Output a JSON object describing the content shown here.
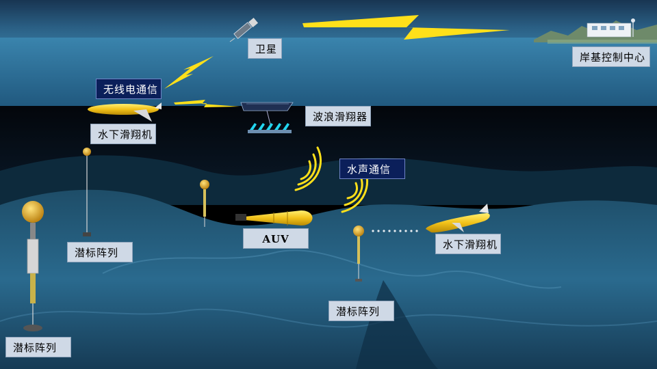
{
  "labels": {
    "satellite": "卫星",
    "shore_control_center": "岸基控制中心",
    "radio_communication": "无线电通信",
    "underwater_glider_surface": "水下滑翔机",
    "wave_glider": "波浪滑翔器",
    "acoustic_communication": "水声通信",
    "mooring_array_left": "潜标阵列",
    "auv": "AUV",
    "underwater_glider_deep": "水下滑翔机",
    "mooring_array_center": "潜标阵列",
    "mooring_array_bottom_left": "潜标阵列"
  },
  "colors": {
    "sky_top": "#1a3a5c",
    "sea_surface": "#2f6f96",
    "deep_water": "#050a12",
    "seafloor": "#1f5878",
    "lightning": "#ffe01a",
    "vehicle_yellow": "#f2c21a",
    "label_dark_bg": "#0b1f5a",
    "label_light_bg": "#cfd9e6"
  }
}
